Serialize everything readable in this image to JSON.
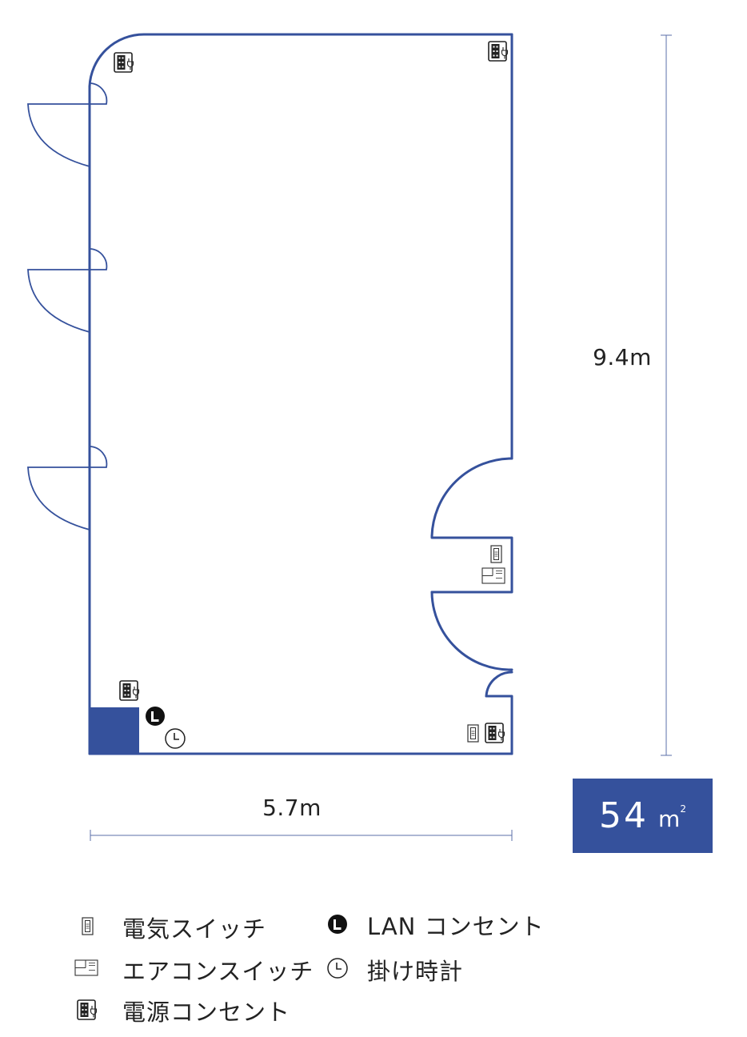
{
  "dimensions": {
    "height": "9.4m",
    "width": "5.7m"
  },
  "area": {
    "value": "54",
    "unit": "m",
    "unit_sup": "2"
  },
  "legend": {
    "light_switch": "電気スイッチ",
    "lan_outlet": "LAN コンセント",
    "aircon_switch": "エアコンスイッチ",
    "wall_clock": "掛け時計",
    "power_outlet": "電源コンセント"
  },
  "colors": {
    "wall": "#35519c",
    "area_box": "#35519c",
    "dimension_line": "#5b6fa8"
  },
  "icons": [
    "light-switch-icon",
    "aircon-switch-icon",
    "power-outlet-icon",
    "lan-outlet-icon",
    "wall-clock-icon"
  ]
}
